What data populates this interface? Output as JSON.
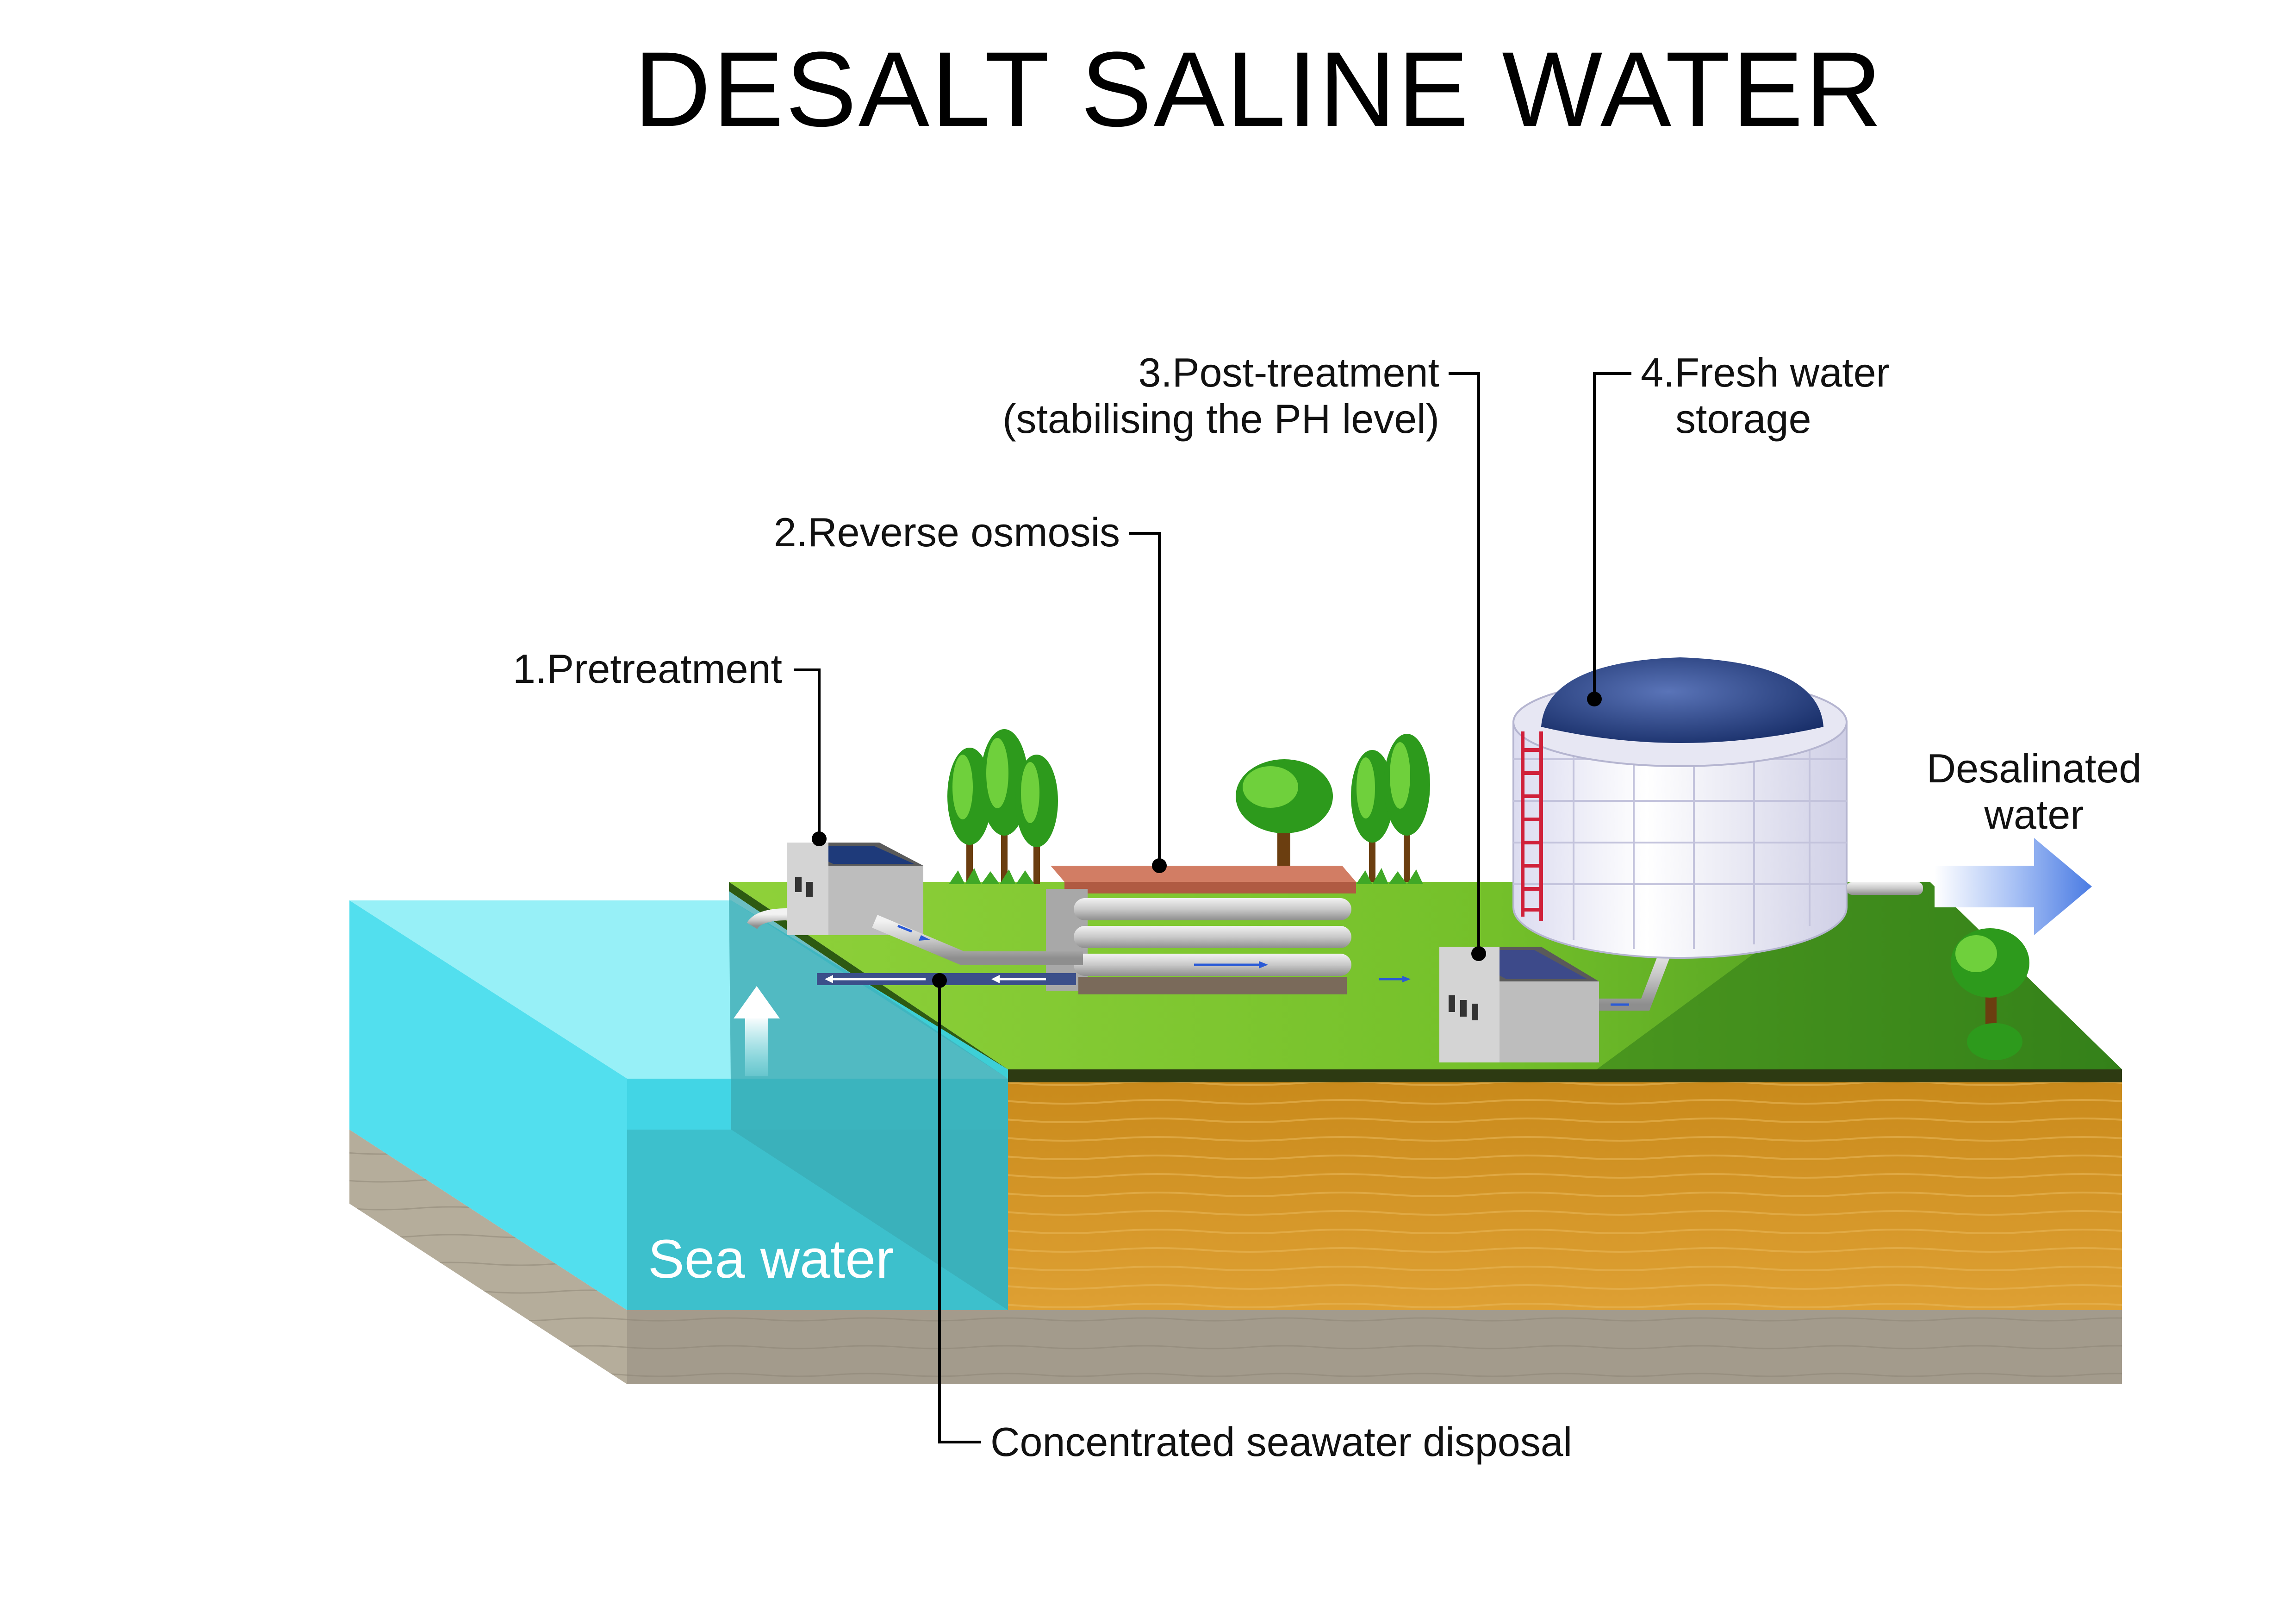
{
  "title": "DESALT SALINE WATER",
  "labels": {
    "pretreatment": "1.Pretreatment",
    "reverse_osmosis": "2.Reverse osmosis",
    "post_treatment_line1": "3.Post-treatment",
    "post_treatment_line2": "(stabilising the PH level)",
    "storage_line1": "4.Fresh water",
    "storage_line2": "storage",
    "desalinated_line1": "Desalinated",
    "desalinated_line2": "water",
    "sea_water": "Sea water",
    "disposal": "Concentrated seawater disposal"
  },
  "colors": {
    "sea": "#3fdcec",
    "grass": "#7bc42c",
    "soil": "#d6951e",
    "bedrock": "#a39b8c",
    "tank_roof": "#1f3a7a",
    "arrow": "#5a86e6"
  }
}
